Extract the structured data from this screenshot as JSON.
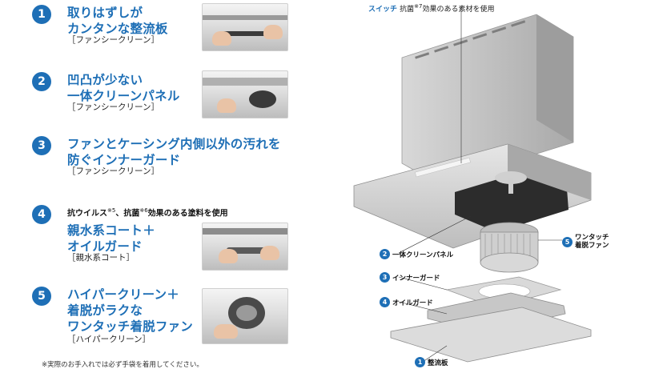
{
  "features": [
    {
      "num": "1",
      "title": "取りはずしが\nカンタンな整流板",
      "sub": "［ファンシークリーン］"
    },
    {
      "num": "2",
      "title": "凹凸が少ない\n一体クリーンパネル",
      "sub": "［ファンシークリーン］"
    },
    {
      "num": "3",
      "title": "ファンとケーシング内側以外の汚れを\n防ぐインナーガード",
      "sub": "［ファンシークリーン］"
    },
    {
      "num": "4",
      "pre": "抗ウイルス",
      "pre_sup1": "※5",
      "pre_mid": "、抗菌",
      "pre_sup2": "※6",
      "pre_end": "効果のある塗料を使用",
      "title": "親水系コート＋\nオイルガード",
      "sub": "［親水系コート］"
    },
    {
      "num": "5",
      "title": "ハイパークリーン＋\n着脱がラクな\nワンタッチ着脱ファン",
      "sub": "［ハイパークリーン］"
    }
  ],
  "note": "※実際のお手入れでは必ず手袋を着用してください。",
  "diagram": {
    "switch_label": "スイッチ",
    "switch_rest_a": "抗菌",
    "switch_sup": "※7",
    "switch_rest_b": "効果のある素材を使用",
    "parts": [
      {
        "num": "2",
        "label": "一体クリーンパネル"
      },
      {
        "num": "3",
        "label": "インナーガード"
      },
      {
        "num": "4",
        "label": "オイルガード"
      },
      {
        "num": "5",
        "label": "ワンタッチ\n着脱ファン"
      },
      {
        "num": "1",
        "label": "整流板"
      }
    ]
  },
  "colors": {
    "accent": "#1e6fb6",
    "text": "#1a1a1a"
  }
}
